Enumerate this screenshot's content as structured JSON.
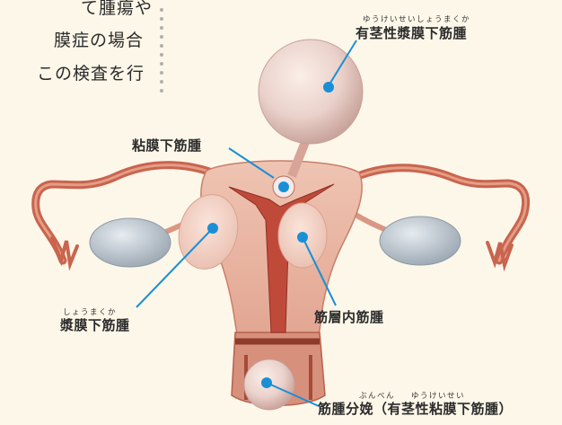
{
  "body_text": {
    "line1": "て腫瘍や",
    "line2": "膜症の場合",
    "line3": "この検査を行"
  },
  "labels": {
    "pedunculated_subserosal": {
      "ruby": "ゆうけいせいしょうまくか",
      "text": "有茎性漿膜下筋腫"
    },
    "submucosal": {
      "text": "粘膜下筋腫"
    },
    "subserosal": {
      "ruby": "しょうまくか",
      "text": "漿膜下筋腫"
    },
    "intramural": {
      "text": "筋層内筋腫"
    },
    "delivery": {
      "ruby1": "ぶんべん",
      "ruby2": "ゆうけいせい",
      "text": "筋腫分娩（有茎性粘膜下筋腫）"
    }
  },
  "colors": {
    "background": "#fdf7e9",
    "leader_line": "#1a8fd6",
    "marker": "#1a8fd6",
    "dots": "#b0b0b0",
    "tissue": "#e6b8a4",
    "tissue_dark": "#b75745",
    "ovary": "#b9c3cc"
  }
}
